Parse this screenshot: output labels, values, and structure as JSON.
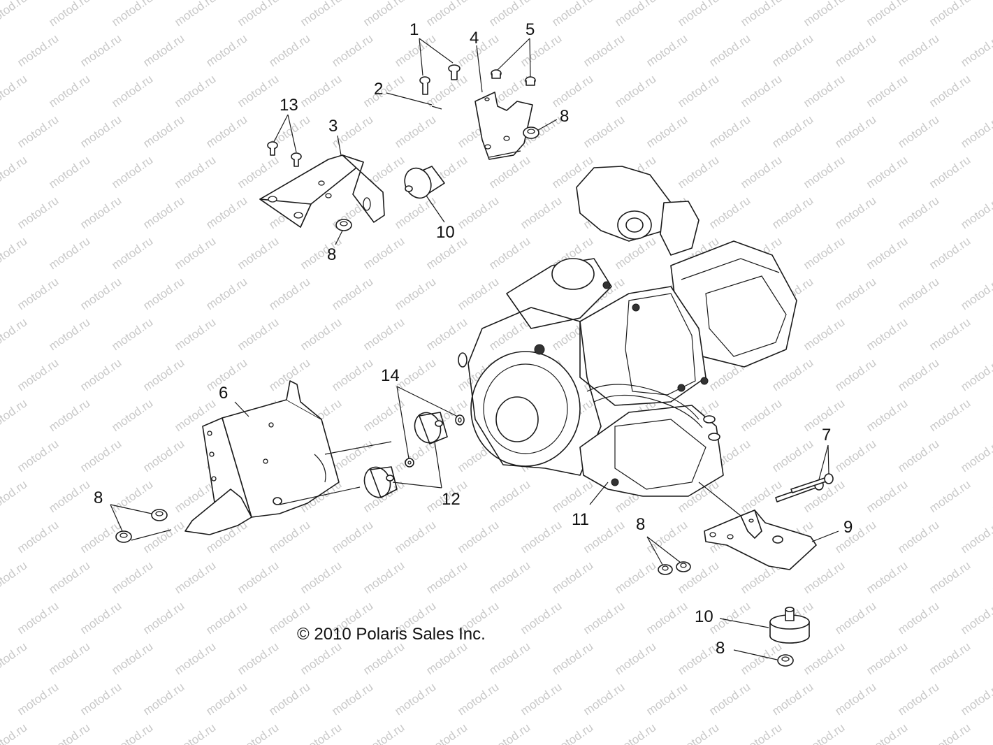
{
  "watermark": {
    "text": "motod.ru"
  },
  "copyright": "© 2010 Polaris Sales Inc.",
  "callouts": [
    {
      "id": "c1",
      "text": "1"
    },
    {
      "id": "c2",
      "text": "2"
    },
    {
      "id": "c3",
      "text": "3"
    },
    {
      "id": "c4",
      "text": "4"
    },
    {
      "id": "c5",
      "text": "5"
    },
    {
      "id": "c6",
      "text": "6"
    },
    {
      "id": "c7",
      "text": "7"
    },
    {
      "id": "c8a",
      "text": "8"
    },
    {
      "id": "c8b",
      "text": "8"
    },
    {
      "id": "c8c",
      "text": "8"
    },
    {
      "id": "c8d",
      "text": "8"
    },
    {
      "id": "c8e",
      "text": "8"
    },
    {
      "id": "c9",
      "text": "9"
    },
    {
      "id": "c10a",
      "text": "10"
    },
    {
      "id": "c10b",
      "text": "10"
    },
    {
      "id": "c11",
      "text": "11"
    },
    {
      "id": "c12",
      "text": "12"
    },
    {
      "id": "c13",
      "text": "13"
    },
    {
      "id": "c14",
      "text": "14"
    }
  ]
}
